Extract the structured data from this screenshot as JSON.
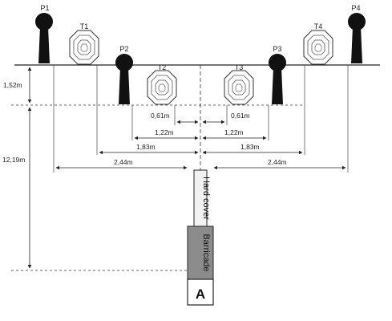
{
  "poppers": [
    {
      "id": "p1",
      "label": "P1"
    },
    {
      "id": "p2",
      "label": "P2"
    },
    {
      "id": "p3",
      "label": "P3"
    },
    {
      "id": "p4",
      "label": "P4"
    }
  ],
  "targets": [
    {
      "id": "t1",
      "label": "T1"
    },
    {
      "id": "t2",
      "label": "T2"
    },
    {
      "id": "t3",
      "label": "T3"
    },
    {
      "id": "t4",
      "label": "T4"
    }
  ],
  "dimensions": {
    "depth_popper": "1,52m",
    "total_depth": "12,19m",
    "left_061": "0,61m",
    "right_061": "0,61m",
    "left_122": "1,22m",
    "right_122": "1,22m",
    "left_183": "1,83m",
    "right_183": "1,83m",
    "left_244": "2,44m",
    "right_244": "2,44m"
  },
  "labels": {
    "hard_cover": "Hard cover",
    "barricade": "Barricade",
    "start_box": "A"
  },
  "colors": {
    "popper": "#111111",
    "barricade_fill": "#8c8c8c",
    "hardcover_fill": "#f2f2f2",
    "line": "#222222"
  },
  "icons": {
    "popper": "popper-target-icon",
    "target": "ipsc-target-icon"
  }
}
